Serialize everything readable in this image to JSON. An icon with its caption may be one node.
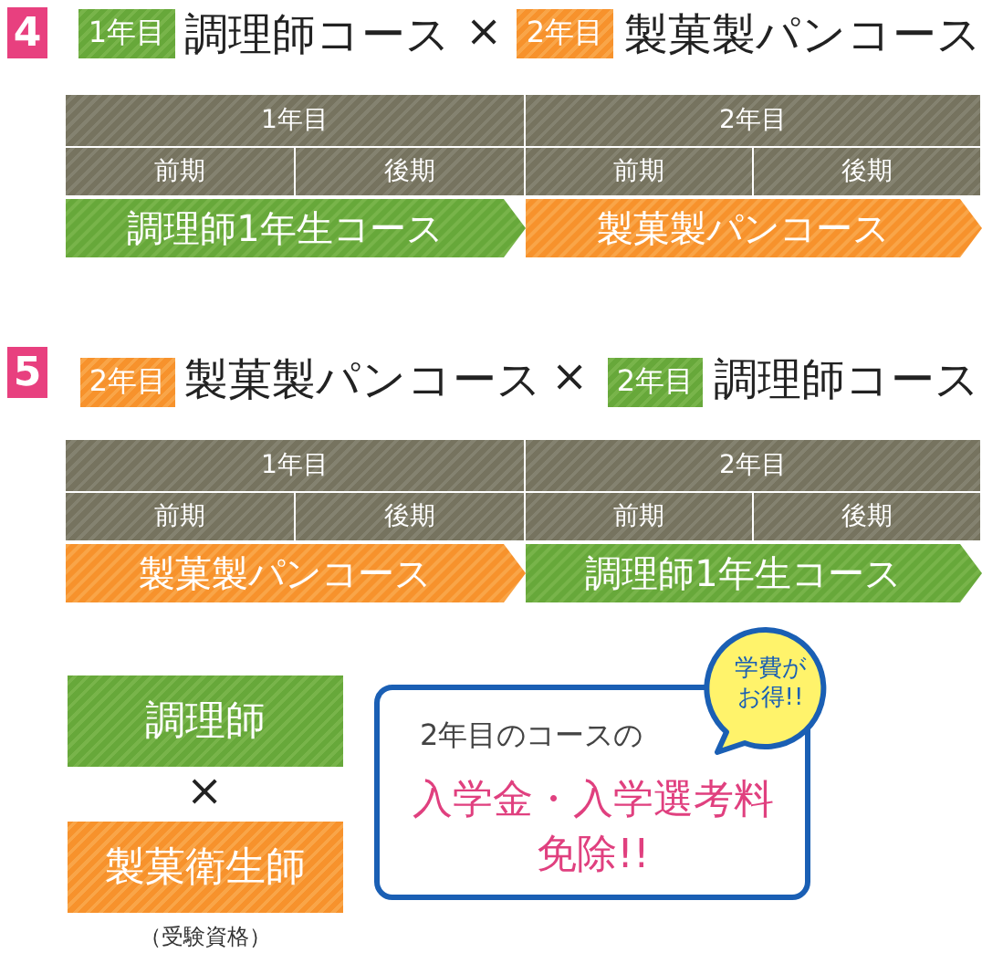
{
  "diagram": {
    "nodes": [
      {
        "text": [
          "4"
        ]
      },
      {
        "text": [
          "1年目"
        ]
      },
      {
        "text": [
          "2年目"
        ]
      },
      {
        "text": [
          "1年目"
        ]
      },
      {
        "text": [
          "2年目"
        ]
      },
      {
        "text": [
          "前期"
        ]
      },
      {
        "text": [
          "後期"
        ]
      },
      {
        "text": [
          "前期"
        ]
      },
      {
        "text": [
          "後期"
        ]
      },
      {
        "text": [
          "調理師1年生コース"
        ]
      },
      {
        "text": [
          "製菓製パンコース"
        ]
      },
      {
        "text": [
          "5"
        ]
      },
      {
        "text": [
          "2年目"
        ]
      },
      {
        "text": [
          "2年目"
        ]
      },
      {
        "text": [
          "1年目"
        ]
      },
      {
        "text": [
          "2年目"
        ]
      },
      {
        "text": [
          "前期"
        ]
      },
      {
        "text": [
          "後期"
        ]
      },
      {
        "text": [
          "前期"
        ]
      },
      {
        "text": [
          "後期"
        ]
      },
      {
        "text": [
          "製菓製パンコース"
        ]
      },
      {
        "text": [
          "調理師1年生コース"
        ]
      },
      {
        "text": [
          "調理師"
        ]
      },
      {
        "text": [
          "製菓衛生師"
        ],
        "beside": [
          "（受験資格）"
        ]
      },
      {
        "text": [
          "2年目のコースの",
          "入学金・入学選考料免除!!"
        ]
      },
      {
        "text": [
          "学費がお得!!"
        ]
      }
    ],
    "labels": [
      "調理師コース",
      "×",
      "製菓製パンコース",
      "製菓製パンコース",
      "×",
      "調理師コース",
      "×"
    ]
  }
}
